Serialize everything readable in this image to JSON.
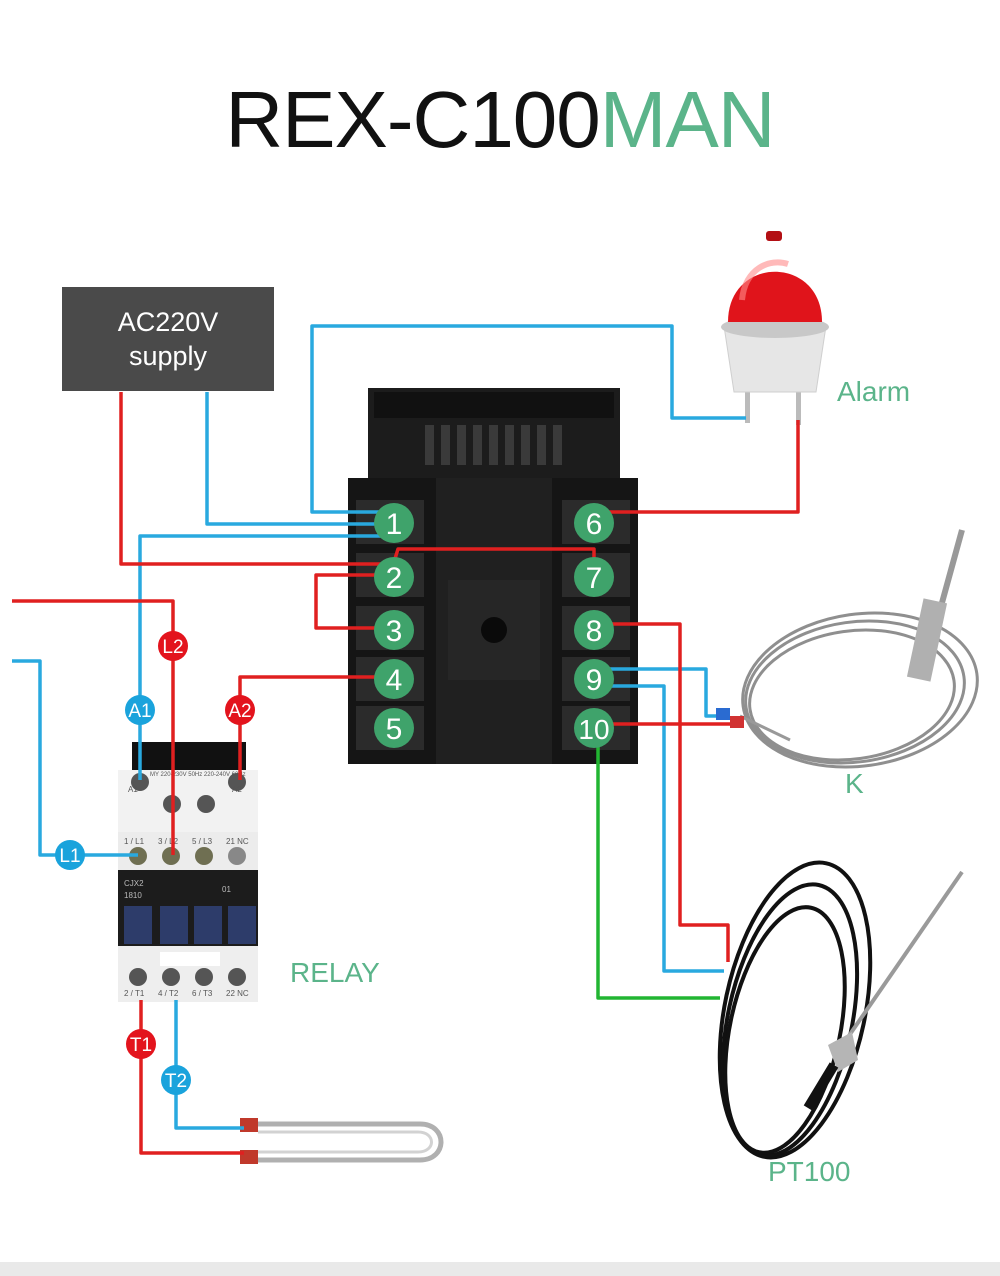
{
  "title": {
    "main": "REX-C100",
    "accent": "MAN"
  },
  "supply": {
    "line1": "AC220V",
    "line2": "supply"
  },
  "labels": {
    "alarm": "Alarm",
    "k": "K",
    "relay": "RELAY",
    "pt100": "PT100"
  },
  "terminals": [
    "1",
    "2",
    "3",
    "4",
    "5",
    "6",
    "7",
    "8",
    "9",
    "10"
  ],
  "tags": {
    "l2": "L2",
    "a1": "A1",
    "a2": "A2",
    "l1": "L1",
    "t1": "T1",
    "t2": "T2"
  },
  "relay_text": {
    "top_terms": [
      "A1",
      "A2"
    ],
    "coil": "MY 220-230V 50Hz 220-240V 60Hz",
    "upper_terms": [
      "1 / L1",
      "3 / L2",
      "5 / L3",
      "21 NC"
    ],
    "model_line1": "CJX2",
    "model_line2": "1810",
    "code": "01",
    "lower_terms": [
      "2 / T1",
      "4 / T2",
      "6 / T3",
      "22 NC"
    ]
  },
  "colors": {
    "red_wire": "#e02020",
    "blue_wire": "#29a9df",
    "green_wire": "#22b532",
    "terminal_green": "#3fa36b",
    "accent_green": "#5bb48a",
    "tag_red": "#e3141d",
    "tag_blue": "#1aa3dc"
  }
}
